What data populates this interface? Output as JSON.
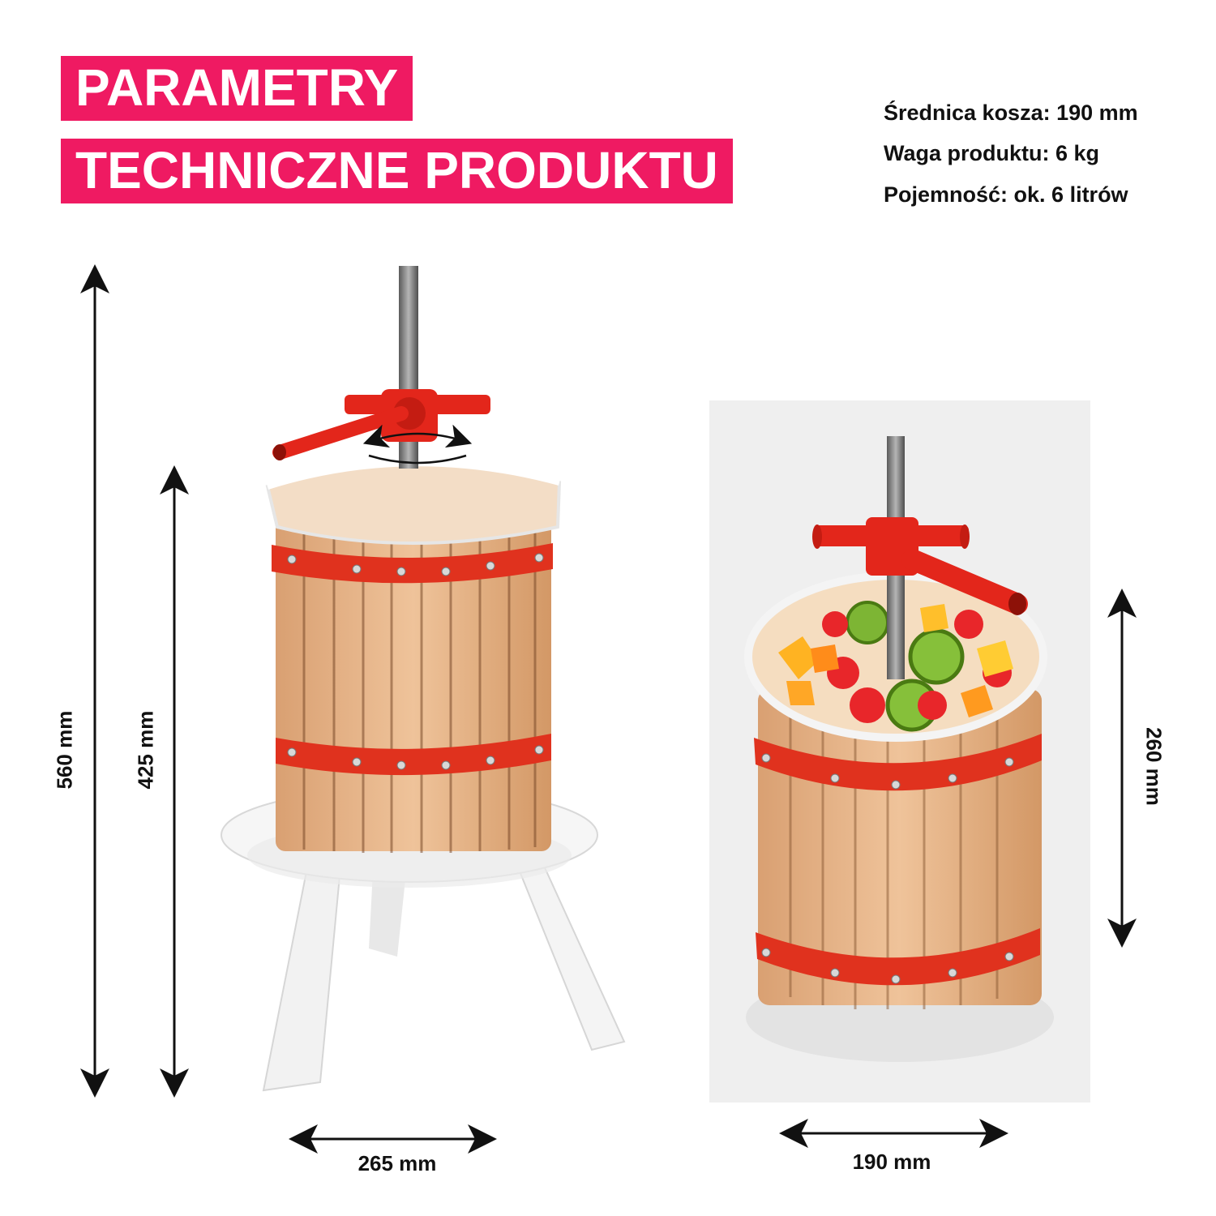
{
  "title": {
    "line1": "PARAMETRY",
    "line2": "TECHNICZNE PRODUKTU"
  },
  "specs": [
    "Średnica kosza: 190 mm",
    "Waga produktu: 6 kg",
    "Pojemność: ok. 6 litrów"
  ],
  "dimensions": {
    "total_height": "560 mm",
    "basket_height": "425 mm",
    "base_width": "265 mm",
    "basket_diameter": "190 mm",
    "basket_only_height": "260 mm"
  },
  "colors": {
    "accent": "#ef1a62",
    "wood": "#e8b98d",
    "band": "#e0321e",
    "press_red": "#e3261b"
  }
}
